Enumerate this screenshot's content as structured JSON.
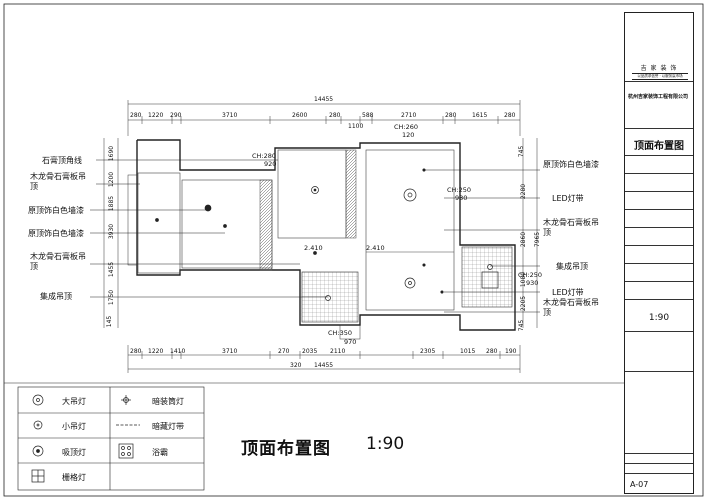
{
  "plan": {
    "top_total": "14455",
    "top_dims": [
      "280",
      "1220",
      "290",
      "3710",
      "2600",
      "280",
      "1100",
      "588",
      "2710",
      "280",
      "1615",
      "280"
    ],
    "bottom_total": "14455",
    "bottom_dims": [
      "280",
      "1220",
      "1410",
      "3710",
      "270",
      "2035",
      "2110",
      "2305",
      "1015",
      "280",
      "190"
    ],
    "bottom_extra": "320",
    "left_dims": [
      "1690",
      "1200",
      "1885",
      "3930",
      "1455",
      "1750",
      "145"
    ],
    "right_dims": [
      "745",
      "2280",
      "2860",
      "7965",
      "1080",
      "2205",
      "745"
    ],
    "room_labels": [
      {
        "text": "CH:280",
        "sub": "920"
      },
      {
        "text": "CH:260",
        "sub": "120"
      },
      {
        "text": "CH:250",
        "sub": "930"
      },
      {
        "text": "CH:250",
        "sub": "930"
      },
      {
        "text": "CH:350",
        "sub": "970"
      }
    ],
    "ch_2410_a": "2.410",
    "ch_2410_b": "2.410",
    "left_callouts": [
      "石膏顶角线",
      "木龙骨石膏板吊顶",
      "原顶饰白色墙漆",
      "原顶饰白色墙漆",
      "木龙骨石膏板吊顶",
      "集成吊顶"
    ],
    "right_callouts": [
      "原顶饰白色墙漆",
      "LED灯带",
      "木龙骨石膏板吊顶",
      "集成吊顶",
      "LED灯带",
      "木龙骨石膏板吊顶"
    ]
  },
  "legend": {
    "items": [
      {
        "icon": "chandelier-icon",
        "label": "大吊灯"
      },
      {
        "icon": "line-hidden-light-icon",
        "label": "暗装筒灯"
      },
      {
        "icon": "small-chandelier-icon",
        "label": "小吊灯"
      },
      {
        "icon": "hidden-strip-icon",
        "label": "暗藏灯带"
      },
      {
        "icon": "ceiling-light-icon",
        "label": "吸顶灯"
      },
      {
        "icon": "bath-heater-icon",
        "label": "浴霸"
      },
      {
        "icon": "grille-light-icon",
        "label": "栅格灯"
      }
    ]
  },
  "drawing_title": "顶面布置图",
  "drawing_scale": "1:90",
  "title_block": {
    "logo_name": "吉 家 装 饰",
    "logo_slogan": "以品质求信誉 · 以服务赢市场",
    "company": "杭州吉家装饰工程有限公司",
    "sheet_title": "顶面布置图",
    "scale": "1:90",
    "sheet_no": "A-07",
    "colors": {
      "line": "#222222",
      "fill": "#ffffff",
      "pattern": "#555555"
    }
  }
}
